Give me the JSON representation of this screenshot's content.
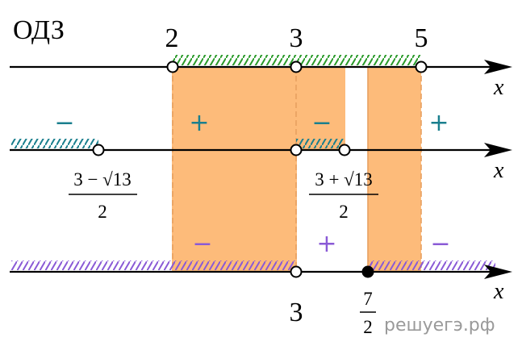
{
  "title": "ОДЗ",
  "axis_label": "x",
  "watermark": "решуегэ.рф",
  "colors": {
    "axis": "#000000",
    "highlight": "#fdbb7a",
    "highlight_edge": "#e8a060",
    "hatch_green": "#2a9a2a",
    "hatch_teal": "#1a7f8e",
    "hatch_purple": "#8a5ad6",
    "sign_teal": "#1a7f8e",
    "sign_purple": "#8a5ad6",
    "watermark": "#9a9a9a"
  },
  "line1": {
    "points": [
      "2",
      "3",
      "5"
    ]
  },
  "line2": {
    "signs": [
      "−",
      "+",
      "−",
      "+"
    ],
    "roots": [
      {
        "num": "3 − √13",
        "den": "2"
      },
      {
        "num": "3 + √13",
        "den": "2"
      }
    ]
  },
  "line3": {
    "signs": [
      "−",
      "+",
      "−"
    ],
    "points": [
      {
        "label": "3"
      },
      {
        "num": "7",
        "den": "2"
      }
    ]
  }
}
